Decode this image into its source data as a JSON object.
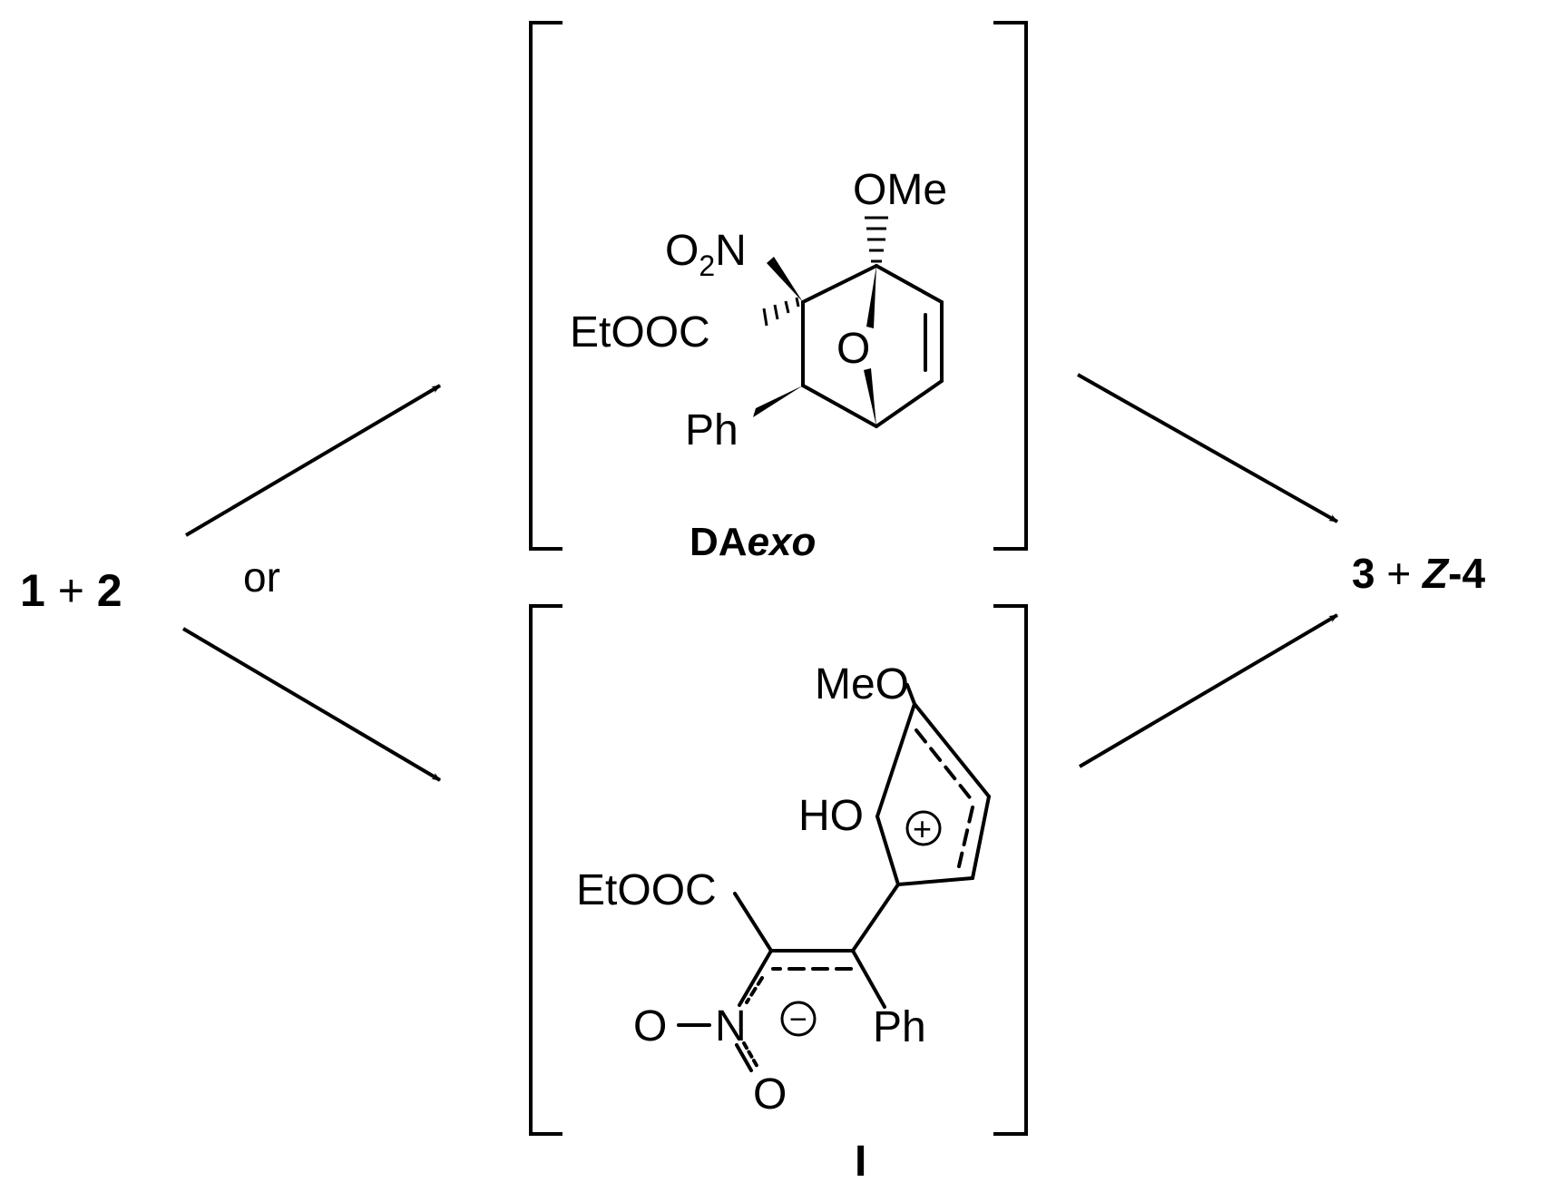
{
  "scheme": {
    "reactants": {
      "part1": "1",
      "plus": " + ",
      "part2": "2"
    },
    "or_label": "or",
    "products": {
      "part1": "3",
      "plus": " + ",
      "z": "Z",
      "part2": "-4"
    }
  },
  "intermediate_top": {
    "label_prefix": "DA",
    "label_italic": "exo",
    "atoms": {
      "ome": "OMe",
      "o2n_o": "O",
      "o2n_sub": "2",
      "o2n_n": "N",
      "etooc": "EtOOC",
      "bridge_o": "O",
      "ph": "Ph"
    }
  },
  "intermediate_bottom": {
    "label": "I",
    "atoms": {
      "meo": "MeO",
      "ho": "HO",
      "plus_charge": "+",
      "etooc": "EtOOC",
      "o_left": "O",
      "n": "N",
      "minus_charge": "−",
      "o_bottom": "O",
      "ph": "Ph"
    }
  },
  "colors": {
    "ink": "#000000",
    "background": "#ffffff"
  }
}
